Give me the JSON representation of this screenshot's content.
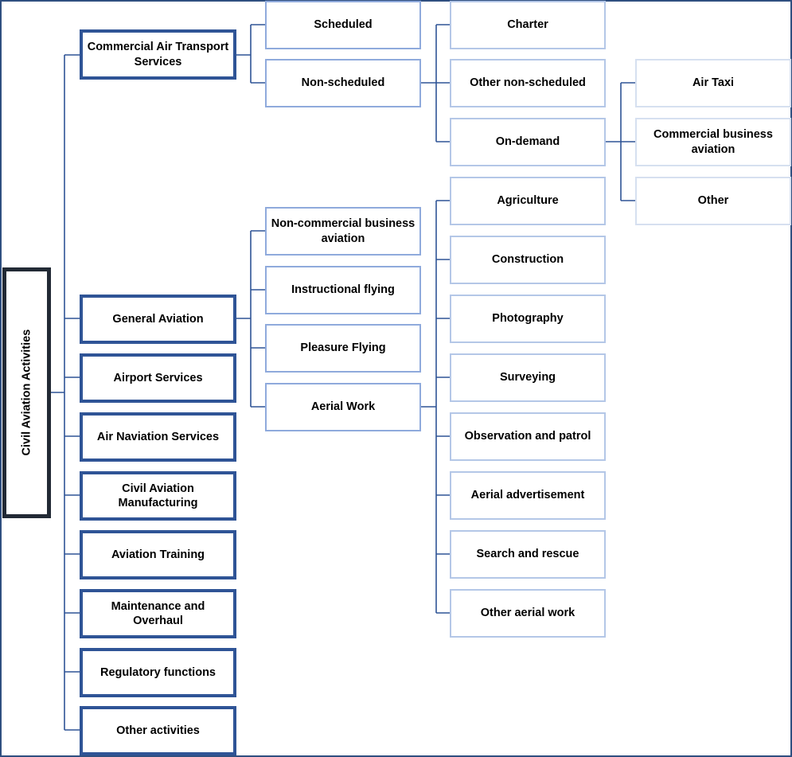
{
  "root": "Civil Aviation Activities",
  "level1": [
    "Commercial Air Transport Services",
    "General Aviation",
    "Airport Services",
    "Air Naviation Services",
    "Civil Aviation Manufacturing",
    "Aviation Training",
    "Maintenance and Overhaul",
    "Regulatory functions",
    "Other activities"
  ],
  "commercial": {
    "scheduled": "Scheduled",
    "non_scheduled": "Non-scheduled",
    "non_scheduled_children": [
      "Charter",
      "Other non-scheduled",
      "On-demand"
    ],
    "on_demand_children": [
      "Air Taxi",
      "Commercial business aviation",
      "Other"
    ]
  },
  "general_aviation": {
    "children": [
      "Non-commercial business aviation",
      "Instructional flying",
      "Pleasure Flying",
      "Aerial Work"
    ],
    "aerial_work_children": [
      "Agriculture",
      "Construction",
      "Photography",
      "Surveying",
      "Observation and patrol",
      "Aerial advertisement",
      "Search and rescue",
      "Other aerial work"
    ]
  }
}
